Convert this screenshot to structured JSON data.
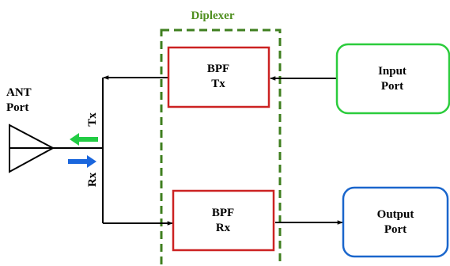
{
  "diplexer": {
    "title": "Diplexer",
    "title_color": "#4f8f1f",
    "border_color": "#3f7f1f"
  },
  "ant_port": {
    "line1": "ANT",
    "line2": "Port"
  },
  "signals": {
    "tx_label": "Tx",
    "rx_label": "Rx",
    "tx_arrow_color": "#22cc44",
    "rx_arrow_color": "#1a66dd"
  },
  "bpf_tx": {
    "line1": "BPF",
    "line2": "Tx",
    "border_color": "#cc2222"
  },
  "bpf_rx": {
    "line1": "BPF",
    "line2": "Rx",
    "border_color": "#cc2222"
  },
  "input_port": {
    "line1": "Input",
    "line2": "Port",
    "border_color": "#2bcc3c"
  },
  "output_port": {
    "line1": "Output",
    "line2": "Port",
    "border_color": "#1a66cc"
  }
}
